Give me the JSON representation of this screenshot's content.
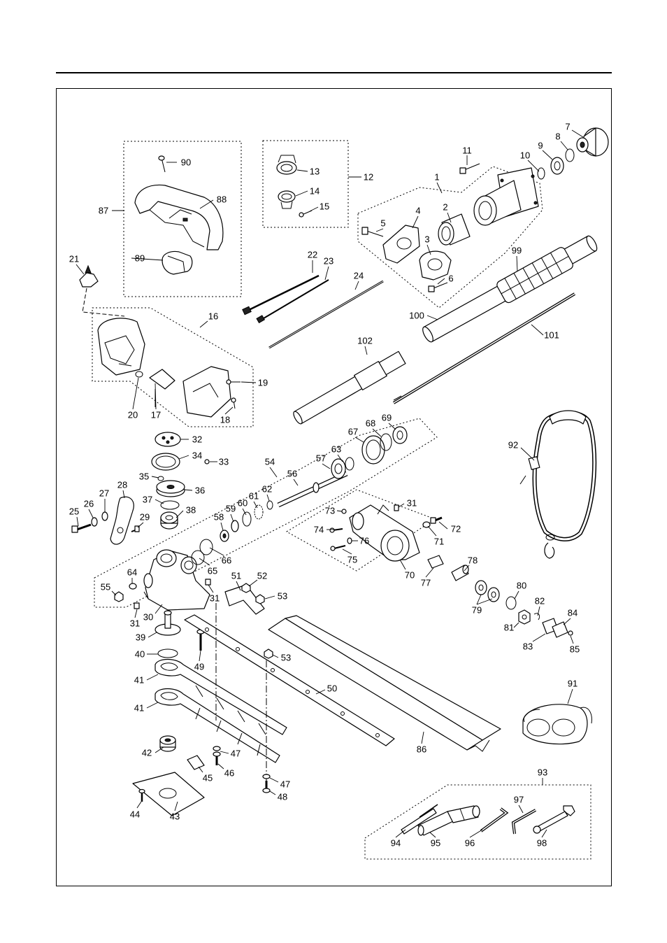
{
  "callouts": [
    "1",
    "2",
    "3",
    "4",
    "5",
    "6",
    "7",
    "8",
    "9",
    "10",
    "11",
    "12",
    "13",
    "14",
    "15",
    "16",
    "17",
    "18",
    "19",
    "20",
    "21",
    "22",
    "23",
    "24",
    "25",
    "26",
    "27",
    "28",
    "29",
    "30",
    "31",
    "31",
    "31",
    "32",
    "33",
    "34",
    "35",
    "36",
    "37",
    "38",
    "39",
    "40",
    "41",
    "41",
    "42",
    "43",
    "44",
    "45",
    "46",
    "47",
    "47",
    "48",
    "49",
    "50",
    "51",
    "52",
    "53",
    "53",
    "54",
    "55",
    "56",
    "57",
    "58",
    "59",
    "60",
    "61",
    "62",
    "63",
    "64",
    "65",
    "66",
    "67",
    "68",
    "69",
    "70",
    "71",
    "72",
    "73",
    "74",
    "75",
    "76",
    "77",
    "78",
    "79",
    "80",
    "81",
    "82",
    "83",
    "84",
    "85",
    "86",
    "87",
    "88",
    "89",
    "90",
    "91",
    "92",
    "93",
    "94",
    "95",
    "96",
    "97",
    "98",
    "99",
    "100",
    "101",
    "102"
  ]
}
